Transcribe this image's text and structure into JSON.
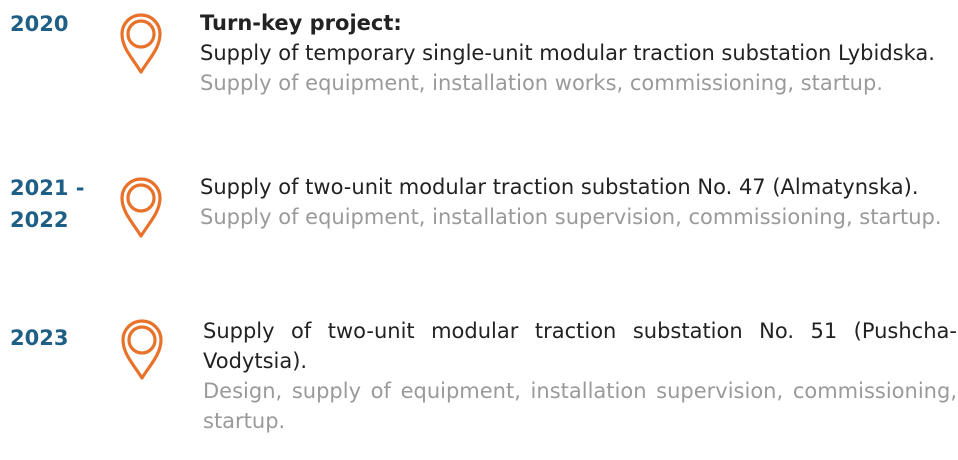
{
  "accent_color": "#e8722a",
  "year_color": "#1f5f86",
  "muted_color": "#9a9a9a",
  "entries": [
    {
      "year": "2020",
      "icon": "map-pin-icon",
      "title": "Turn-key project:",
      "main": "Supply of temporary single-unit modular traction substation Lybidska.",
      "sub": "Supply of equipment, installation works, commissioning, startup."
    },
    {
      "year_line1": "2021 -",
      "year_line2": "2022",
      "icon": "map-pin-icon",
      "main": "Supply of two-unit modular traction substation No. 47 (Almatynska).",
      "sub": "Supply of equipment, installation supervision, commissioning, startup."
    },
    {
      "year": "2023",
      "icon": "map-pin-icon",
      "main": "Supply of two-unit modular traction substation No. 51 (Pushcha-Vodytsia).",
      "sub": "Design, supply of equipment, installation supervision, commissioning, startup."
    }
  ]
}
